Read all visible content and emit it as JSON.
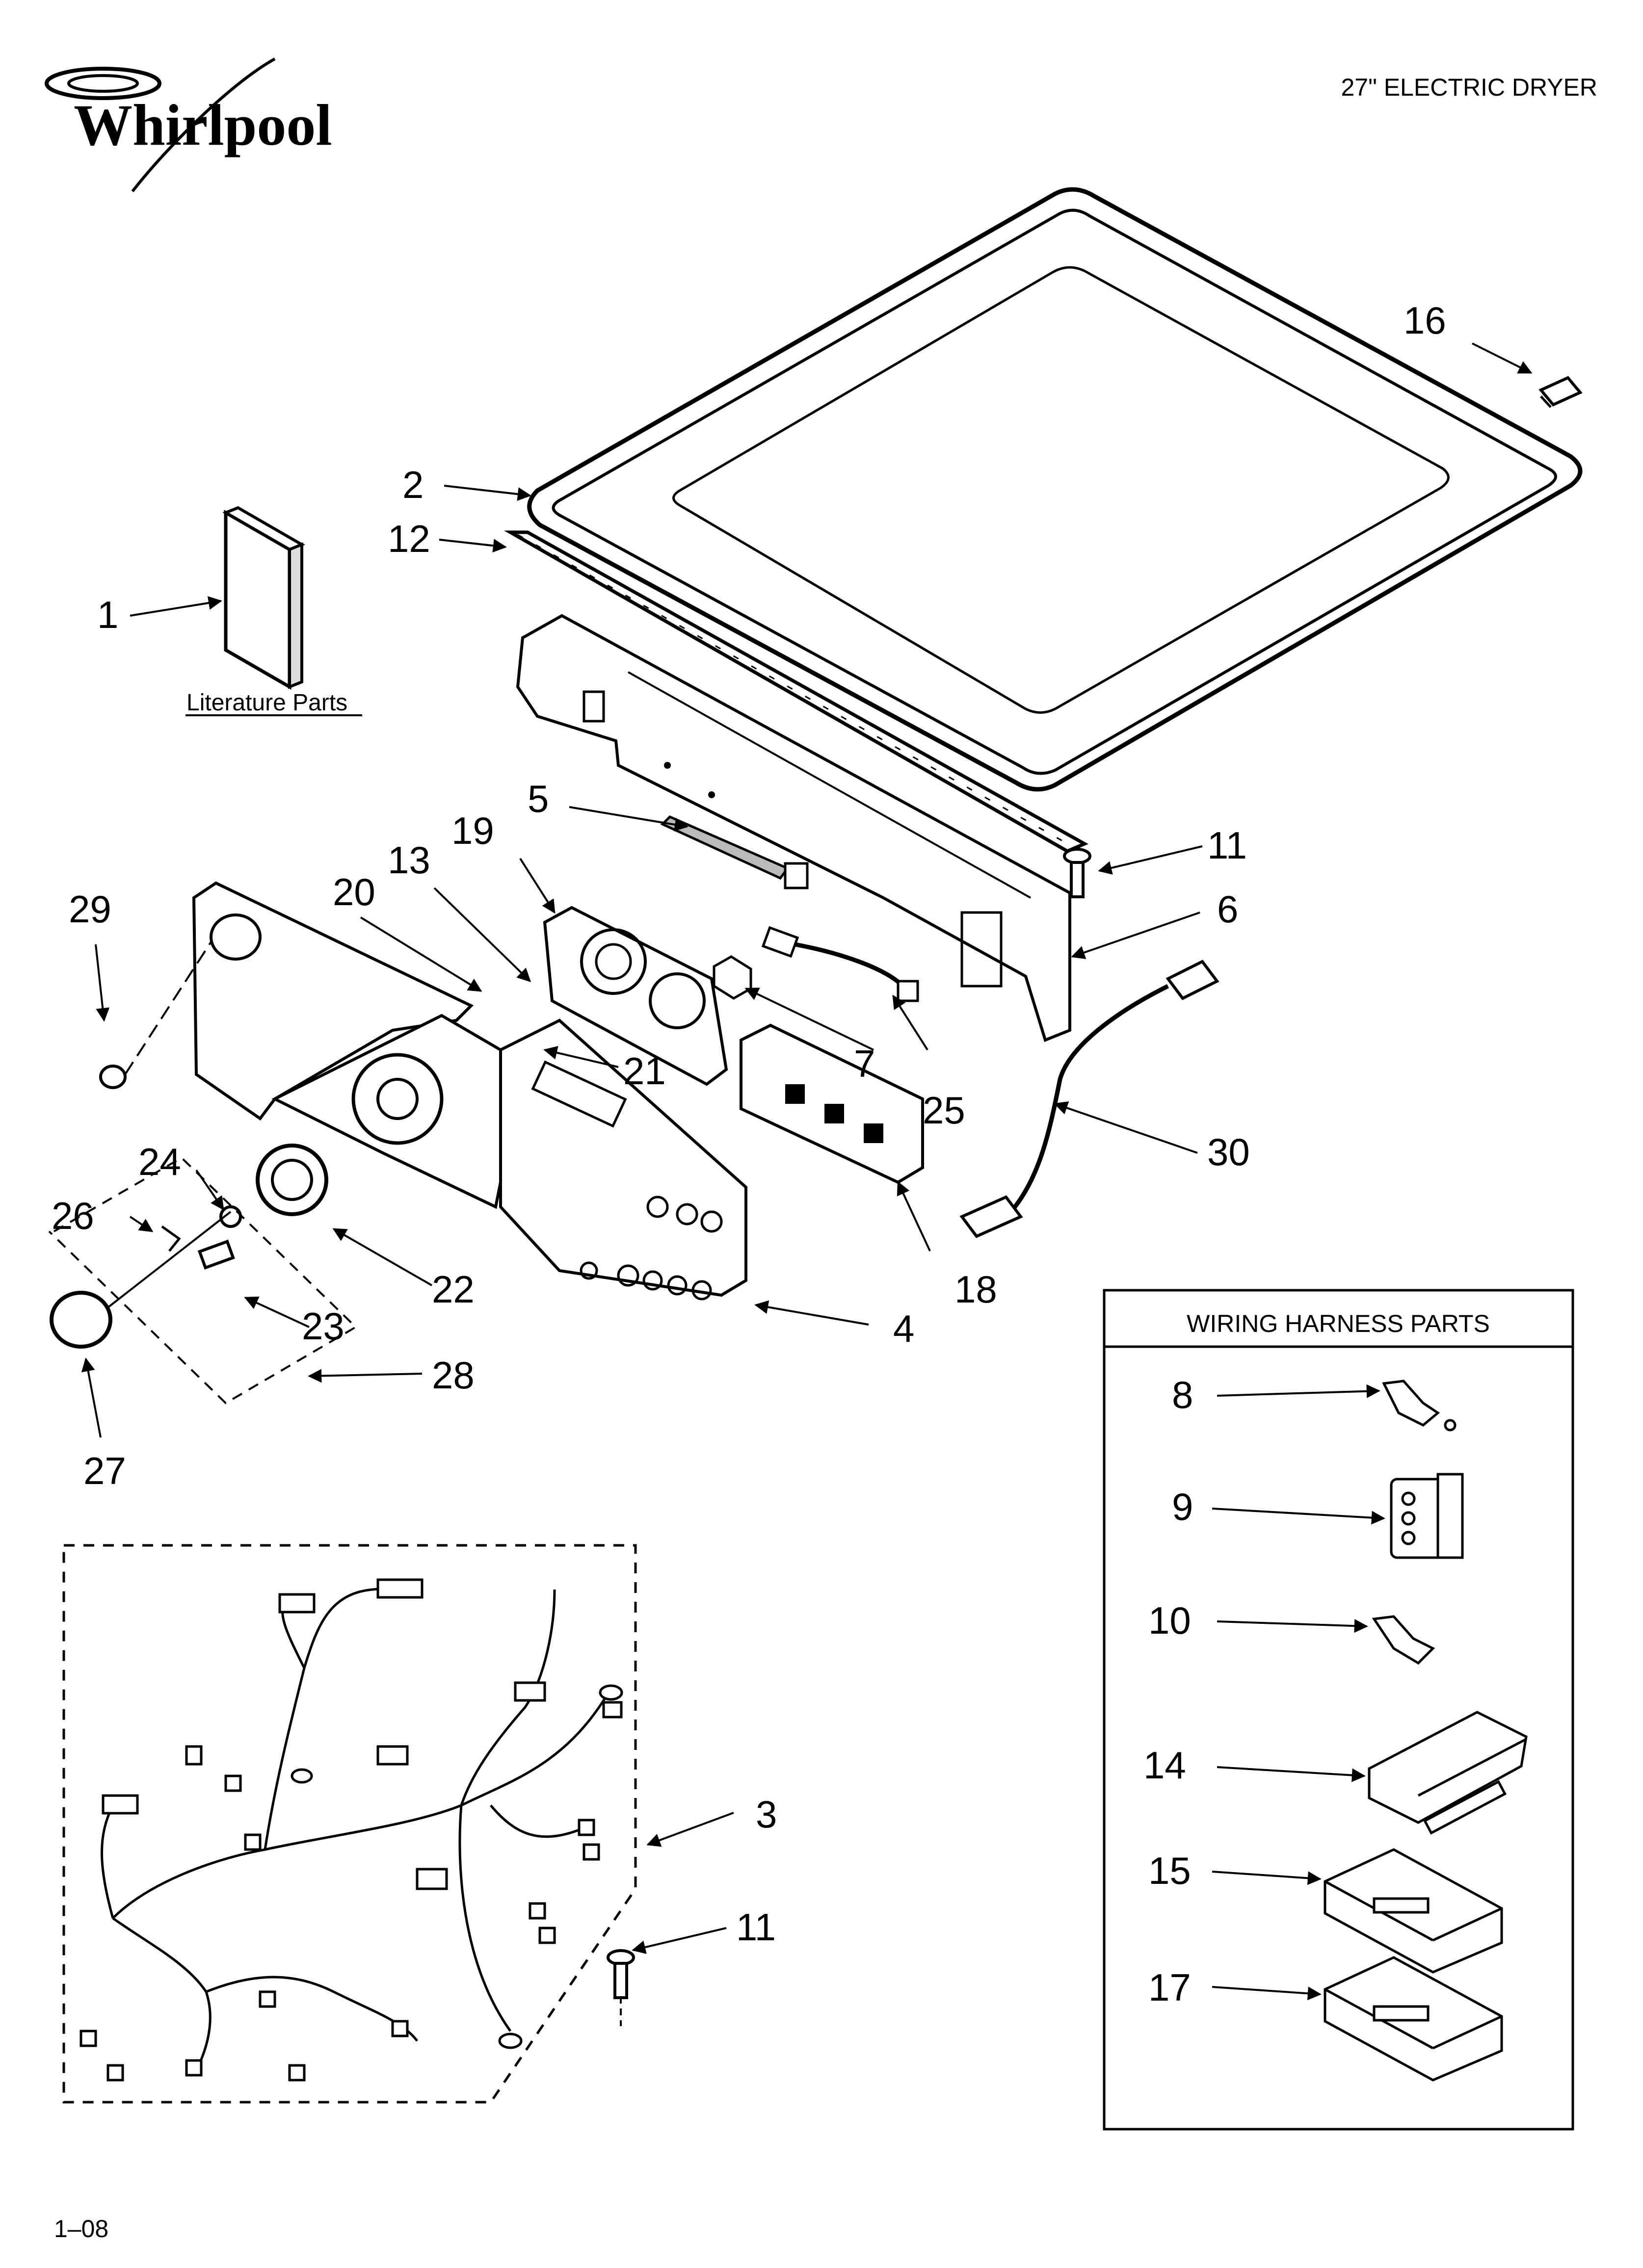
{
  "brand": "Whirlpool",
  "header_title": "27\" ELECTRIC DRYER",
  "footer_code": "1–08",
  "literature_label": "Literature Parts",
  "harness_box_title": "WIRING HARNESS PARTS",
  "callouts": {
    "c1": "1",
    "c2": "2",
    "c3": "3",
    "c4": "4",
    "c5": "5",
    "c6": "6",
    "c7": "7",
    "c8": "8",
    "c9": "9",
    "c10": "10",
    "c11a": "11",
    "c11b": "11",
    "c12": "12",
    "c13": "13",
    "c14": "14",
    "c15": "15",
    "c16": "16",
    "c17": "17",
    "c18": "18",
    "c19": "19",
    "c20": "20",
    "c21": "21",
    "c22": "22",
    "c23": "23",
    "c24": "24",
    "c25": "25",
    "c26": "26",
    "c27": "27",
    "c28": "28",
    "c29": "29",
    "c30": "30"
  },
  "colors": {
    "line": "#000000",
    "fill": "#ffffff",
    "panel_tint": "#e6e6e6"
  }
}
